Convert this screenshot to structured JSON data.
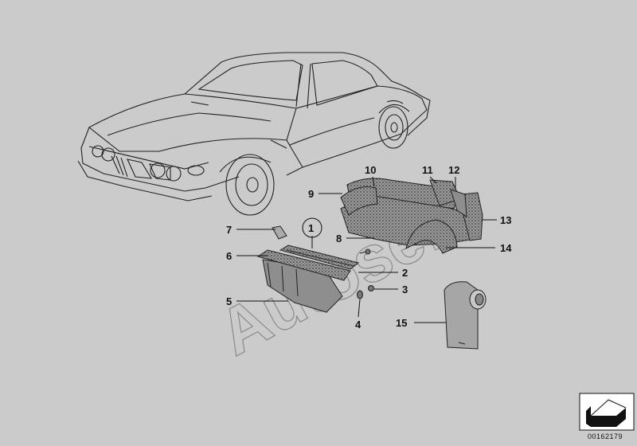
{
  "diagram": {
    "watermark": "Autoseft",
    "document_number": "00162179",
    "callouts": [
      "1",
      "2",
      "3",
      "4",
      "5",
      "6",
      "7",
      "8",
      "9",
      "10",
      "11",
      "12",
      "13",
      "14",
      "15"
    ],
    "colors": {
      "background": "#cbcbcb",
      "line": "#222222",
      "carpet": "#6f6f6f",
      "watermark": "#8a8a8a"
    },
    "icons": [
      "car-body-outline",
      "corner-arrow-icon"
    ]
  }
}
